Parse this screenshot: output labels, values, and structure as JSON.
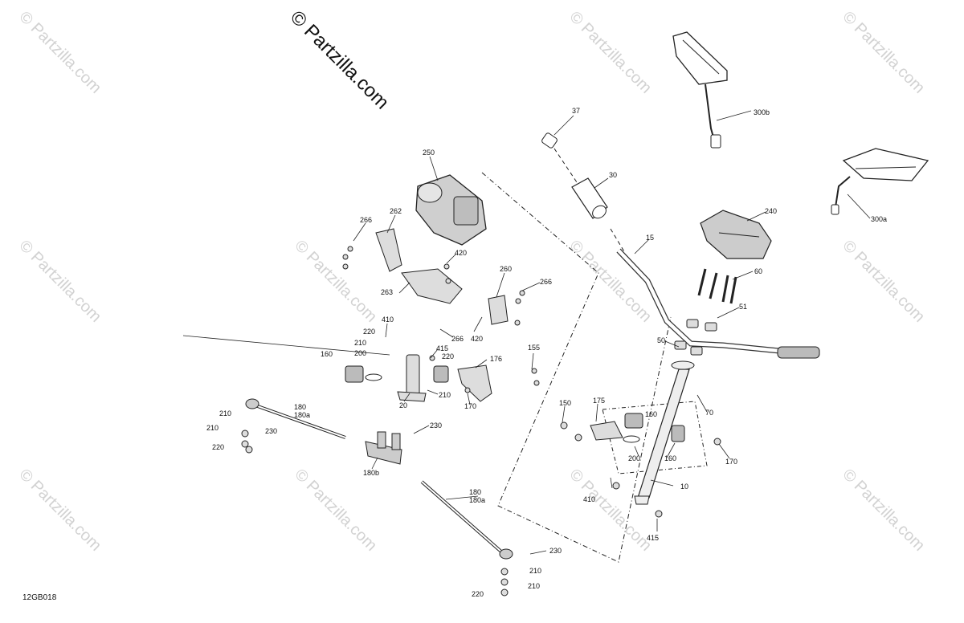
{
  "watermark_text": "© Partzilla.com",
  "copyright_text": "© Partzilla.com",
  "diagram_code": "12GB018",
  "callouts": [
    "10",
    "15",
    "20",
    "30",
    "37",
    "50",
    "51",
    "60",
    "70",
    "150",
    "155",
    "160",
    "170",
    "175",
    "176",
    "180",
    "180a",
    "180b",
    "200",
    "210",
    "220",
    "230",
    "240",
    "250",
    "260",
    "262",
    "263",
    "266",
    "300a",
    "300b",
    "410",
    "415",
    "420"
  ],
  "labels": {
    "l37": "37",
    "l30": "30",
    "l300b": "300b",
    "l300a": "300a",
    "l240": "240",
    "l15": "15",
    "l60": "60",
    "l51": "51",
    "l50": "50",
    "l70": "70",
    "l250": "250",
    "l266a": "266",
    "l262": "262",
    "l420a": "420",
    "l260": "260",
    "l266b": "266",
    "l263": "263",
    "l410a": "410",
    "l266c": "266",
    "l420b": "420",
    "l220a": "220",
    "l210a": "210",
    "l200a": "200",
    "l160a": "160",
    "l415a": "415",
    "l220b": "220",
    "l176": "176",
    "l155": "155",
    "l20": "20",
    "l210b": "210",
    "l170a": "170",
    "l210c": "210",
    "l180a1": "180",
    "l180a2": "180a",
    "l210d": "210",
    "l230a": "230",
    "l220c": "220",
    "l230b": "230",
    "l180b": "180b",
    "l150": "150",
    "l175": "175",
    "l160b": "160",
    "l200b": "200",
    "l160c": "160",
    "l170b": "170",
    "l10": "10",
    "l410b": "410",
    "l415b": "415",
    "l180b1": "180",
    "l180b2": "180a",
    "l230c": "230",
    "l210e": "210",
    "l210f": "210",
    "l220d": "220"
  }
}
